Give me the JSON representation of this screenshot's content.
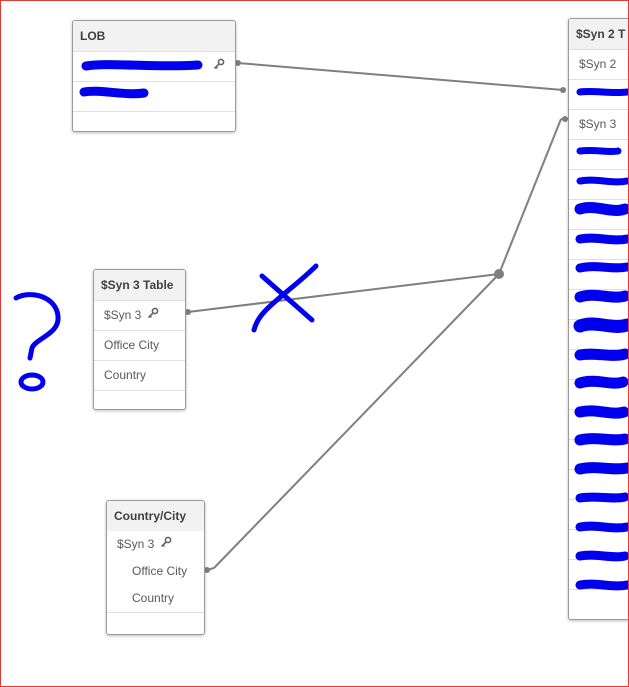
{
  "tables": {
    "lob": {
      "title": "LOB",
      "rows": [
        "",
        ""
      ]
    },
    "syn3_table": {
      "title": "$Syn 3 Table",
      "rows": [
        "$Syn 3",
        "Office City",
        "Country"
      ]
    },
    "country_city": {
      "title": "Country/City",
      "rows": [
        "$Syn 3",
        "Office City",
        "Country"
      ]
    },
    "syn2_table": {
      "title": "$Syn 2 T",
      "rows": [
        "$Syn 2",
        "",
        "$Syn 3"
      ]
    }
  },
  "annotations": {
    "cross_mark": "X",
    "question_mark": "?"
  },
  "colors": {
    "connector": "#7f7f7f",
    "scribble": "#0000ee",
    "frame": "#e53935"
  },
  "icons": {
    "key": "key-icon"
  }
}
